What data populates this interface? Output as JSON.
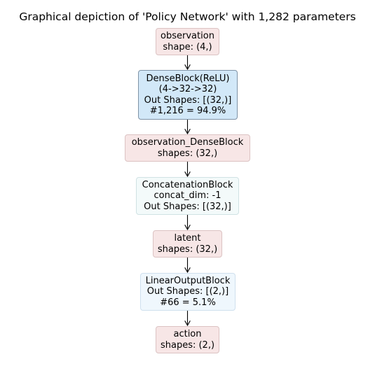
{
  "title": "Graphical depiction of 'Policy Network' with 1,282 parameters",
  "nodes": {
    "observation": {
      "lines": [
        "observation",
        "shape: (4,)"
      ]
    },
    "dense_block": {
      "lines": [
        "DenseBlock(ReLU)",
        "(4->32->32)",
        "Out Shapes: [(32,)]",
        "#1,216 = 94.9%"
      ]
    },
    "observation_dense": {
      "lines": [
        "observation_DenseBlock",
        "shapes: (32,)"
      ]
    },
    "concat_block": {
      "lines": [
        "ConcatenationBlock",
        "concat_dim: -1",
        "Out Shapes: [(32,)]"
      ]
    },
    "latent": {
      "lines": [
        "latent",
        "shapes: (32,)"
      ]
    },
    "linear_output": {
      "lines": [
        "LinearOutputBlock",
        "Out Shapes: [(2,)]",
        "#66 = 5.1%"
      ]
    },
    "action": {
      "lines": [
        "action",
        "shapes: (2,)"
      ]
    }
  },
  "colors": {
    "io_fill": "#f7e6e6",
    "dense_fill": "#d2e8f8",
    "concat_fill": "#f3fafa",
    "linear_fill": "#eff7fd",
    "edge": "#000000"
  }
}
